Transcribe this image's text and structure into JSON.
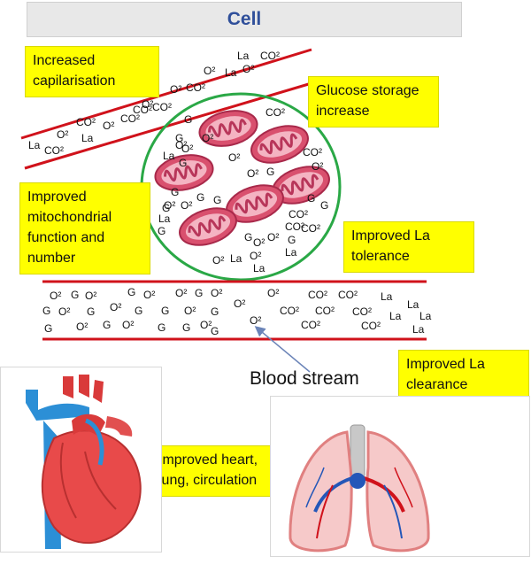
{
  "title": "Cell",
  "labels": {
    "capillarisation": "Increased capilarisation",
    "glucose": "Glucose storage increase",
    "mitochondria": "Improved mitochondrial function and number",
    "la_tolerance": "Improved La tolerance",
    "la_clearance": "Improved La clearance",
    "heart_lung": "Improved heart, lung, circulation",
    "blood_stream": "Blood stream"
  },
  "molecules": {
    "glucose": "G",
    "oxygen": "O²",
    "co2": "CO²",
    "lactate": "La"
  },
  "colors": {
    "title_text": "#2f4f9a",
    "label_bg": "#ffff00",
    "vessel_line": "#d0121b",
    "cell_border": "#2aa846",
    "mitochondria": "#d9506e",
    "arrow": "#6b84b8"
  }
}
